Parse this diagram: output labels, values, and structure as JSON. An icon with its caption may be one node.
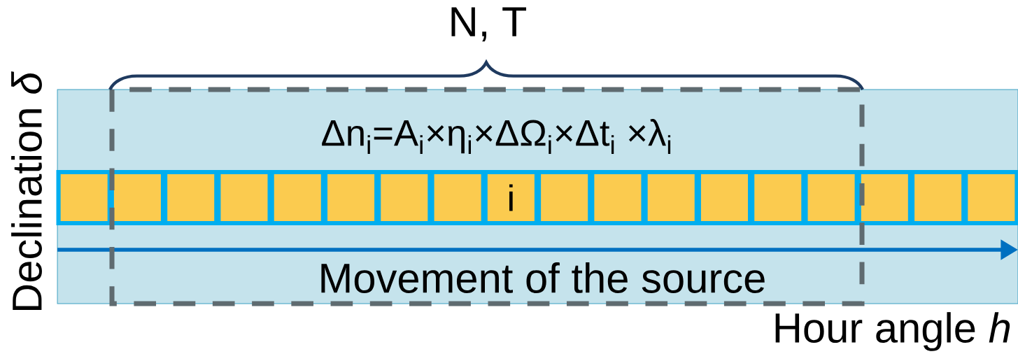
{
  "diagram": {
    "nodes": [
      {
        "text": [
          "Δn$_{i}$=A$_{i}$×η$_{i}$×ΔΩ$_{i}$×Δt$_{i}$ ×λ$_{i}$",
          "Movement of the source"
        ]
      },
      {
        "text": [],
        "shape": "box",
        "in": 0
      },
      {
        "text": [],
        "shape": "box",
        "in": 0
      },
      {
        "text": [],
        "shape": "box",
        "in": 0
      },
      {
        "text": [],
        "shape": "box",
        "in": 0
      },
      {
        "text": [],
        "shape": "box",
        "in": 0
      },
      {
        "text": [],
        "shape": "box",
        "in": 0
      },
      {
        "text": [],
        "shape": "box",
        "in": 0
      },
      {
        "text": [],
        "shape": "box",
        "in": 0
      },
      {
        "text": [
          "i"
        ],
        "in": 0
      },
      {
        "text": [],
        "shape": "box",
        "in": 0
      },
      {
        "text": [],
        "shape": "box",
        "in": 0
      },
      {
        "text": [],
        "shape": "box",
        "in": 0
      },
      {
        "text": [],
        "shape": "box",
        "in": 0
      },
      {
        "text": [],
        "shape": "box",
        "in": 0
      },
      {
        "text": [],
        "shape": "box",
        "in": 0
      },
      {
        "text": [],
        "shape": "box",
        "in": 0
      },
      {
        "text": [],
        "shape": "box",
        "in": 0
      },
      {
        "text": [],
        "shape": "box",
        "in": 0
      }
    ],
    "labels": [
      "N, T",
      "Declination *δ*",
      "Hour angle *h*"
    ]
  }
}
